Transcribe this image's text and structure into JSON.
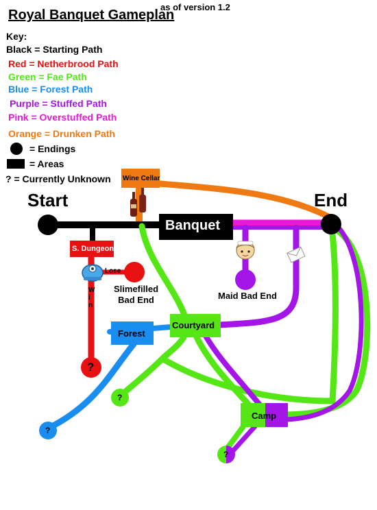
{
  "header": {
    "title": "Royal Banquet Gameplan",
    "version": "as of version 1.2"
  },
  "legend": {
    "heading": "Key:",
    "entries": [
      {
        "text": "Black = Starting Path",
        "color": "#000000"
      },
      {
        "text": "Red = Netherbrood Path",
        "color": "#e81010"
      },
      {
        "text": "Green = Fae Path",
        "color": "#55e616"
      },
      {
        "text": "Blue = Forest Path",
        "color": "#1a8ef0"
      },
      {
        "text": "Purple = Stuffed Path",
        "color": "#a415e8"
      },
      {
        "text": "Pink = Overstuffed Path",
        "color": "#e81ad8"
      },
      {
        "text": "Orange = Drunken Path",
        "color": "#f07a12"
      }
    ],
    "endings_label": "= Endings",
    "areas_label": "= Areas",
    "unknown_label": "? = Currently Unknown"
  },
  "colors": {
    "black": "#000000",
    "red": "#e81010",
    "green": "#55e616",
    "blue": "#1a8ef0",
    "purple": "#a415e8",
    "pink": "#e81ad8",
    "orange": "#f07a12"
  },
  "diagram": {
    "start_label": "Start",
    "end_label": "End",
    "areas": {
      "banquet": "Banquet",
      "wine_cellar": "Wine Cellar",
      "s_dungeon": "S. Dungeon",
      "courtyard": "Courtyard",
      "forest": "Forest",
      "camp": "Camp"
    },
    "edge_labels": {
      "lose": "Lose",
      "win": "Win"
    },
    "endings": {
      "slimefilled": "Slimefilled\nBad End",
      "maid": "Maid Bad End"
    },
    "unknown_mark": "?",
    "icons": [
      "wine-bottles-icon",
      "slime-monster-icon",
      "maid-face-icon",
      "envelope-icon"
    ]
  }
}
